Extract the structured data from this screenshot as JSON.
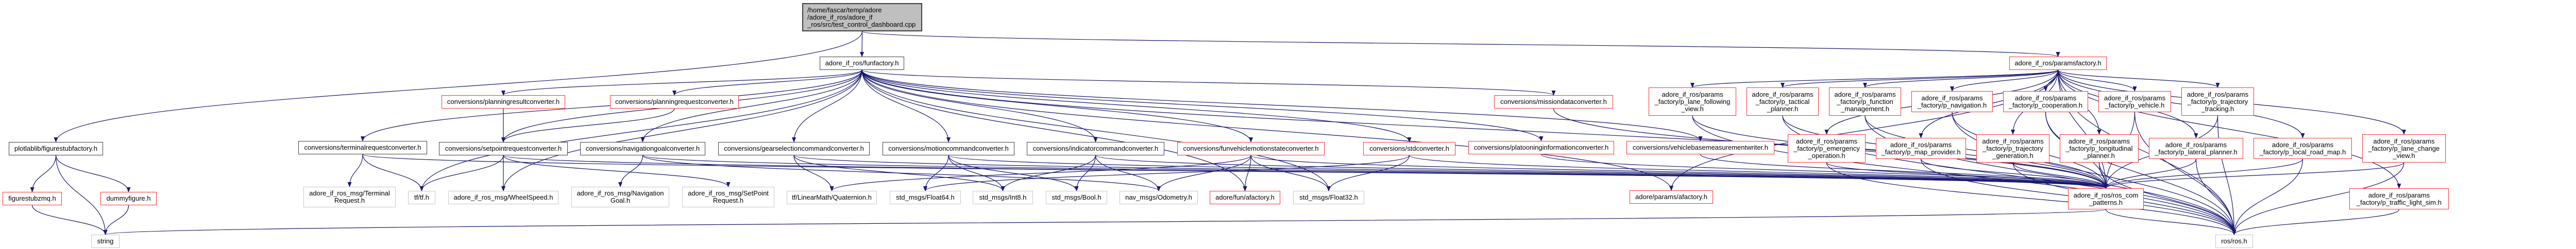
{
  "colors": {
    "edge": "#191970",
    "root_fill": "#bfbfbf",
    "truncated_border": "#ff3030",
    "external_border": "#c8c8c8",
    "documented_border": "#404040"
  },
  "nodes": {
    "root": "/home/fascar/temp/adore\n/adore_if_ros/adore_if\n_ros/src/test_control_dashboard.cpp",
    "funfactory": "adore_if_ros/funfactory.h",
    "planningresult": "conversions/planningresultconverter.h",
    "planningrequest": "conversions/planningrequestconverter.h",
    "missiondata": "conversions/missiondataconverter.h",
    "paramsfactory": "adore_if_ros/paramsfactory.h",
    "figurestubfactory": "plotlablib/figurestubfactory.h",
    "terminalreq": "conversions/terminalrequestconverter.h",
    "setpointreq": "conversions/setpointrequestconverter.h",
    "navgoal": "conversions/navigationgoalconverter.h",
    "gearsel": "conversions/gearselectioncommandconverter.h",
    "motioncmd": "conversions/motioncommandconverter.h",
    "indicatorcmd": "conversions/indicatorcommandconverter.h",
    "funvehmotion": "conversions/funvehiclemotionstateconverter.h",
    "stdconv": "conversions/stdconverter.h",
    "platooning": "conversions/platooninginformationconverter.h",
    "vbmwriter": "conversions/vehiclebasemeasurementwriter.h",
    "p_lane_following_view": "adore_if_ros/params\n_factory/p_lane_following\n_view.h",
    "p_tactical_planner": "adore_if_ros/params\n_factory/p_tactical\n_planner.h",
    "p_function_management": "adore_if_ros/params\n_factory/p_function\n_management.h",
    "p_navigation": "adore_if_ros/params\n_factory/p_navigation.h",
    "p_cooperation": "adore_if_ros/params\n_factory/p_cooperation.h",
    "p_vehicle": "adore_if_ros/params\n_factory/p_vehicle.h",
    "p_trajectory_tracking": "adore_if_ros/params\n_factory/p_trajectory\n_tracking.h",
    "p_emergency_operation": "adore_if_ros/params\n_factory/p_emergency\n_operation.h",
    "p_map_provider": "adore_if_ros/params\n_factory/p_map_provider.h",
    "p_trajectory_generation": "adore_if_ros/params\n_factory/p_trajectory\n_generation.h",
    "p_longitudinal_planner": "adore_if_ros/params\n_factory/p_longitudinal\n_planner.h",
    "p_lateral_planner": "adore_if_ros/params\n_factory/p_lateral_planner.h",
    "p_local_road_map": "adore_if_ros/params\n_factory/p_local_road_map.h",
    "p_lane_change_view": "adore_if_ros/params\n_factory/p_lane_change\n_view.h",
    "p_traffic_light_sim": "adore_if_ros/params\n_factory/p_traffic_light_sim.h",
    "figurestubzmq": "figurestubzmq.h",
    "dummyfigure": "dummyfigure.h",
    "string": "string",
    "TerminalRequest": "adore_if_ros_msg/Terminal\nRequest.h",
    "tf": "tf/tf.h",
    "WheelSpeed": "adore_if_ros_msg/WheelSpeed.h",
    "NavigationGoal": "adore_if_ros_msg/Navigation\nGoal.h",
    "SetPointRequest": "adore_if_ros_msg/SetPoint\nRequest.h",
    "Quaternion": "tf/LinearMath/Quaternion.h",
    "Float64": "std_msgs/Float64.h",
    "Int8": "std_msgs/Int8.h",
    "Bool": "std_msgs/Bool.h",
    "Odometry": "nav_msgs/Odometry.h",
    "fun_afactory": "adore/fun/afactory.h",
    "Float32": "std_msgs/Float32.h",
    "params_afactory": "adore/params/afactory.h",
    "ros_com_patterns": "adore_if_ros/ros_com\n_patterns.h",
    "ros": "ros/ros.h"
  },
  "edges": [
    [
      "root",
      "funfactory"
    ],
    [
      "root",
      "figurestubfactory"
    ],
    [
      "root",
      "paramsfactory"
    ],
    [
      "funfactory",
      "planningresult"
    ],
    [
      "funfactory",
      "planningrequest"
    ],
    [
      "funfactory",
      "missiondata"
    ],
    [
      "funfactory",
      "terminalreq"
    ],
    [
      "funfactory",
      "setpointreq"
    ],
    [
      "funfactory",
      "navgoal"
    ],
    [
      "funfactory",
      "gearsel"
    ],
    [
      "funfactory",
      "motioncmd"
    ],
    [
      "funfactory",
      "indicatorcmd"
    ],
    [
      "funfactory",
      "funvehmotion"
    ],
    [
      "funfactory",
      "stdconv"
    ],
    [
      "funfactory",
      "platooning"
    ],
    [
      "funfactory",
      "vbmwriter"
    ],
    [
      "funfactory",
      "fun_afactory"
    ],
    [
      "funfactory",
      "params_afactory"
    ],
    [
      "funfactory",
      "ros_com_patterns"
    ],
    [
      "funfactory",
      "tf"
    ],
    [
      "funfactory",
      "Float32"
    ],
    [
      "funfactory",
      "WheelSpeed"
    ],
    [
      "planningresult",
      "setpointreq"
    ],
    [
      "planningrequest",
      "setpointreq"
    ],
    [
      "terminalreq",
      "TerminalRequest"
    ],
    [
      "terminalreq",
      "tf"
    ],
    [
      "terminalreq",
      "ros_com_patterns"
    ],
    [
      "setpointreq",
      "SetPointRequest"
    ],
    [
      "setpointreq",
      "WheelSpeed"
    ],
    [
      "setpointreq",
      "tf"
    ],
    [
      "setpointreq",
      "ros_com_patterns"
    ],
    [
      "navgoal",
      "NavigationGoal"
    ],
    [
      "navgoal",
      "Odometry"
    ],
    [
      "navgoal",
      "ros_com_patterns"
    ],
    [
      "gearsel",
      "Int8"
    ],
    [
      "gearsel",
      "Quaternion"
    ],
    [
      "gearsel",
      "ros_com_patterns"
    ],
    [
      "motioncmd",
      "Float64"
    ],
    [
      "motioncmd",
      "Bool"
    ],
    [
      "motioncmd",
      "Int8"
    ],
    [
      "motioncmd",
      "ros_com_patterns"
    ],
    [
      "indicatorcmd",
      "Bool"
    ],
    [
      "indicatorcmd",
      "Int8"
    ],
    [
      "indicatorcmd",
      "Odometry"
    ],
    [
      "indicatorcmd",
      "ros_com_patterns"
    ],
    [
      "funvehmotion",
      "Odometry"
    ],
    [
      "funvehmotion",
      "Quaternion"
    ],
    [
      "funvehmotion",
      "Float32"
    ],
    [
      "funvehmotion",
      "fun_afactory"
    ],
    [
      "funvehmotion",
      "ros_com_patterns"
    ],
    [
      "stdconv",
      "Float32"
    ],
    [
      "stdconv",
      "Float64"
    ],
    [
      "stdconv",
      "ros_com_patterns"
    ],
    [
      "platooning",
      "ros_com_patterns"
    ],
    [
      "vbmwriter",
      "ros_com_patterns"
    ],
    [
      "missiondata",
      "ros_com_patterns"
    ],
    [
      "paramsfactory",
      "p_lane_following_view"
    ],
    [
      "paramsfactory",
      "p_tactical_planner"
    ],
    [
      "paramsfactory",
      "p_function_management"
    ],
    [
      "paramsfactory",
      "p_navigation"
    ],
    [
      "paramsfactory",
      "p_cooperation"
    ],
    [
      "paramsfactory",
      "p_vehicle"
    ],
    [
      "paramsfactory",
      "p_trajectory_tracking"
    ],
    [
      "paramsfactory",
      "p_emergency_operation"
    ],
    [
      "paramsfactory",
      "p_map_provider"
    ],
    [
      "paramsfactory",
      "p_trajectory_generation"
    ],
    [
      "paramsfactory",
      "p_longitudinal_planner"
    ],
    [
      "paramsfactory",
      "p_lateral_planner"
    ],
    [
      "paramsfactory",
      "p_local_road_map"
    ],
    [
      "paramsfactory",
      "p_lane_change_view"
    ],
    [
      "paramsfactory",
      "p_traffic_light_sim"
    ],
    [
      "paramsfactory",
      "params_afactory"
    ],
    [
      "paramsfactory",
      "ros_com_patterns"
    ],
    [
      "paramsfactory",
      "ros"
    ],
    [
      "p_lane_following_view",
      "ros_com_patterns"
    ],
    [
      "p_lane_following_view",
      "ros"
    ],
    [
      "p_tactical_planner",
      "ros_com_patterns"
    ],
    [
      "p_tactical_planner",
      "ros"
    ],
    [
      "p_function_management",
      "ros_com_patterns"
    ],
    [
      "p_function_management",
      "ros"
    ],
    [
      "p_navigation",
      "ros_com_patterns"
    ],
    [
      "p_navigation",
      "ros"
    ],
    [
      "p_cooperation",
      "ros_com_patterns"
    ],
    [
      "p_cooperation",
      "ros"
    ],
    [
      "p_vehicle",
      "ros_com_patterns"
    ],
    [
      "p_vehicle",
      "ros"
    ],
    [
      "p_trajectory_tracking",
      "ros_com_patterns"
    ],
    [
      "p_trajectory_tracking",
      "ros"
    ],
    [
      "p_emergency_operation",
      "ros_com_patterns"
    ],
    [
      "p_emergency_operation",
      "ros"
    ],
    [
      "p_map_provider",
      "ros_com_patterns"
    ],
    [
      "p_map_provider",
      "ros"
    ],
    [
      "p_trajectory_generation",
      "ros_com_patterns"
    ],
    [
      "p_trajectory_generation",
      "ros"
    ],
    [
      "p_longitudinal_planner",
      "ros_com_patterns"
    ],
    [
      "p_longitudinal_planner",
      "ros"
    ],
    [
      "p_lateral_planner",
      "ros_com_patterns"
    ],
    [
      "p_lateral_planner",
      "ros"
    ],
    [
      "p_local_road_map",
      "ros_com_patterns"
    ],
    [
      "p_local_road_map",
      "ros"
    ],
    [
      "p_lane_change_view",
      "ros_com_patterns"
    ],
    [
      "p_lane_change_view",
      "ros"
    ],
    [
      "p_traffic_light_sim",
      "ros"
    ],
    [
      "figurestubfactory",
      "figurestubzmq"
    ],
    [
      "figurestubfactory",
      "dummyfigure"
    ],
    [
      "figurestubfactory",
      "string"
    ],
    [
      "figurestubzmq",
      "string"
    ],
    [
      "dummyfigure",
      "string"
    ],
    [
      "ros_com_patterns",
      "ros"
    ],
    [
      "ros_com_patterns",
      "string"
    ]
  ]
}
